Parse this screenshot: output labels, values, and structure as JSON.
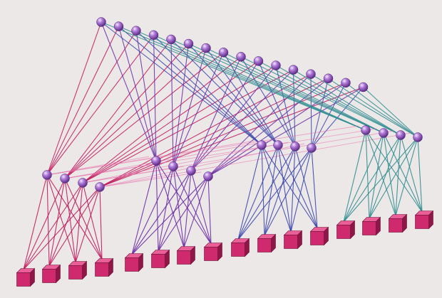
{
  "diagram": {
    "type": "three-tier network topology",
    "tiers": {
      "core_switches": 16,
      "aggregation_switches": 16,
      "aggregation_pods": 4,
      "edge_devices": 16
    },
    "colors": {
      "background": "#ece8e8",
      "node_fill": "#b07ad8",
      "node_highlight": "#f3e6ff",
      "node_shadow": "#5c2c86",
      "cube_front": "#cf2a6d",
      "cube_top": "#ea5f98",
      "cube_side": "#8e1747",
      "pod_links": [
        "#c2185b",
        "#6a2aa4",
        "#3a46ac",
        "#2e8c90"
      ],
      "pink_overlay_links": "#e86aa8"
    }
  }
}
